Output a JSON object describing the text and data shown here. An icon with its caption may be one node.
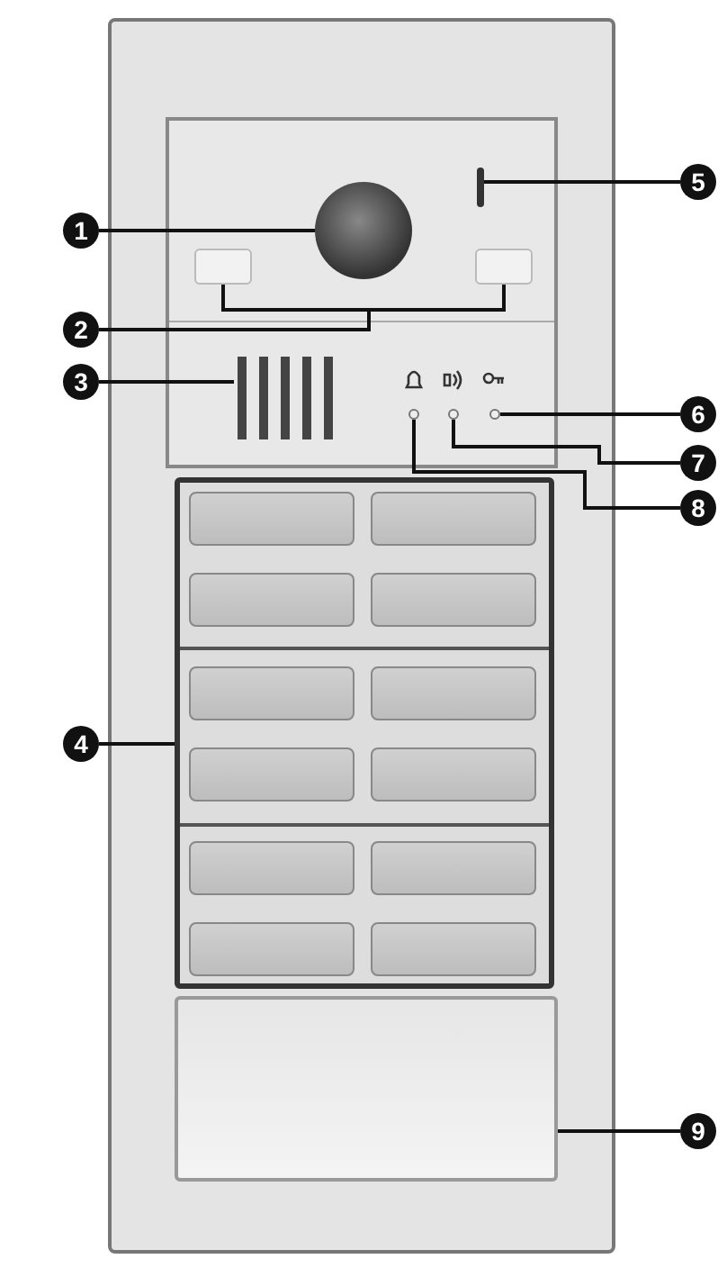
{
  "diagram": {
    "nodes": [
      {
        "text": [
          "1"
        ]
      },
      {
        "text": [],
        "shape": "circle"
      },
      {
        "text": [
          "2"
        ]
      },
      {
        "text": [],
        "shape": "box"
      },
      {
        "text": [],
        "shape": "box"
      },
      {
        "text": [
          "3"
        ]
      },
      {
        "text": [],
        "shape": "grille"
      },
      {
        "text": [
          "4"
        ]
      },
      {
        "text": [],
        "shape": "box"
      },
      {
        "text": [
          "5"
        ]
      },
      {
        "text": [],
        "shape": "bar"
      },
      {
        "text": [
          "6"
        ]
      },
      {
        "text": [],
        "shape": "circle"
      },
      {
        "text": [
          "7"
        ]
      },
      {
        "text": [],
        "shape": "circle"
      },
      {
        "text": [
          "8"
        ]
      },
      {
        "text": [],
        "shape": "circle"
      },
      {
        "text": [
          "9"
        ]
      },
      {
        "text": [],
        "shape": "box"
      }
    ],
    "edges": [
      {
        "from": 0,
        "to": 1,
        "arrow": "none"
      },
      {
        "from": 2,
        "to": 3,
        "arrow": "none"
      },
      {
        "from": 2,
        "to": 4,
        "arrow": "none"
      },
      {
        "from": 5,
        "to": 6,
        "arrow": "none"
      },
      {
        "from": 7,
        "to": 8,
        "arrow": "none"
      },
      {
        "from": 9,
        "to": 10,
        "arrow": "none"
      },
      {
        "from": 11,
        "to": 12,
        "arrow": "none"
      },
      {
        "from": 13,
        "to": 14,
        "arrow": "none"
      },
      {
        "from": 15,
        "to": 16,
        "arrow": "none"
      },
      {
        "from": 17,
        "to": 18,
        "arrow": "none"
      }
    ]
  }
}
